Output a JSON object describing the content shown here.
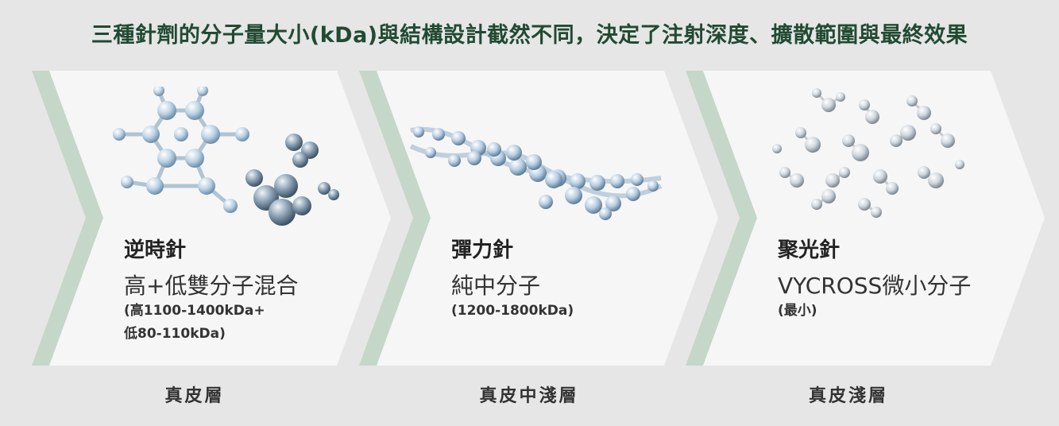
{
  "title": "三種針劑的分子量大小(kDa)與結構設計截然不同，決定了注射深度、擴散範圍與最終效果",
  "panels": [
    {
      "name": "逆時針",
      "desc": "高+低雙分子混合",
      "note": "(高1100-1400kDa+\n低80-110kDa)",
      "layer": "真皮層",
      "image": "crystal-molecule-clusters"
    },
    {
      "name": "彈力針",
      "desc": "純中分子",
      "note": "(1200-1800kDa)",
      "layer": "真皮中淺層",
      "image": "double-helix-molecule-chain"
    },
    {
      "name": "聚光針",
      "desc": "VYCROSS微小分子",
      "note": "(最小)",
      "layer": "真皮淺層",
      "image": "small-scattered-molecules"
    }
  ],
  "colors": {
    "title": "#214a32",
    "chevron_stripe": "#c5d7c8",
    "panel": "#f6f6f6",
    "background": "#e6e6e6"
  }
}
